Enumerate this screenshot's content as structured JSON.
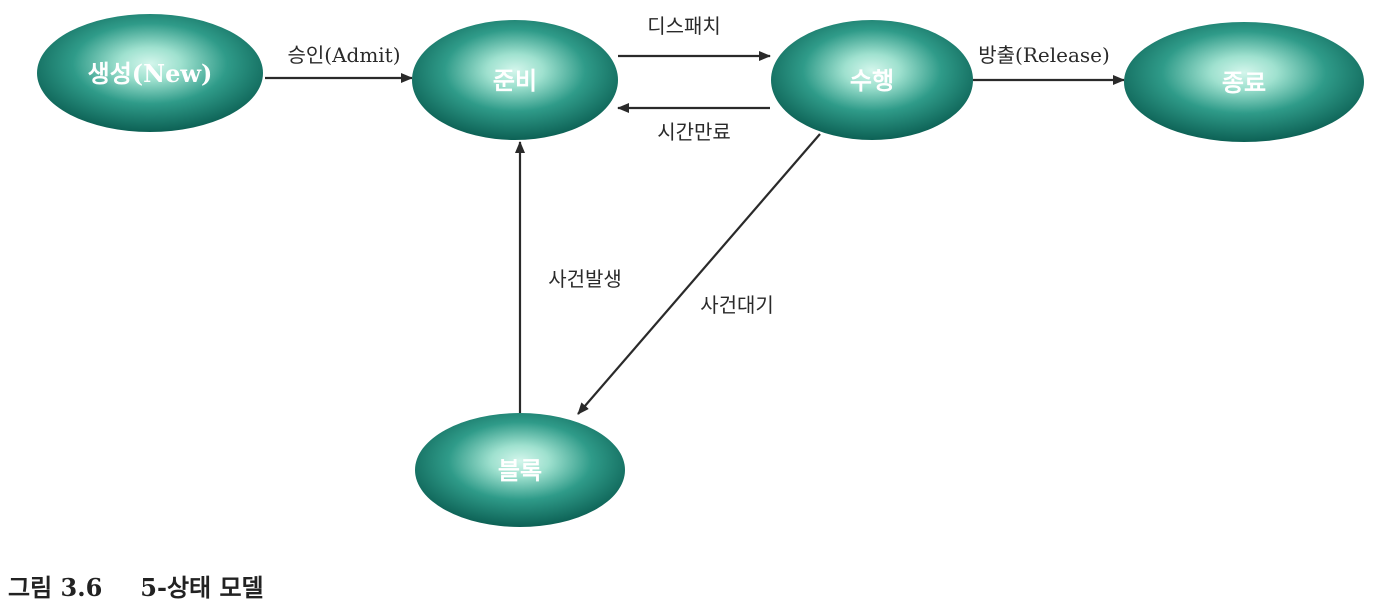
{
  "nodes": {
    "new": "생성(New)",
    "ready": "준비",
    "running": "수행",
    "exit": "종료",
    "blocked": "블록"
  },
  "edges": {
    "admit": "승인(Admit)",
    "dispatch": "디스패치",
    "timeout": "시간만료",
    "release": "방출(Release)",
    "event_wait": "사건대기",
    "event_occurs": "사건발생"
  },
  "caption": {
    "number": "그림 3.6",
    "title": "5-상태 모델"
  },
  "colors": {
    "node_dark": "#0d6b5e",
    "node_light": "#bfeee0",
    "text_dark": "#2a2a2a"
  }
}
